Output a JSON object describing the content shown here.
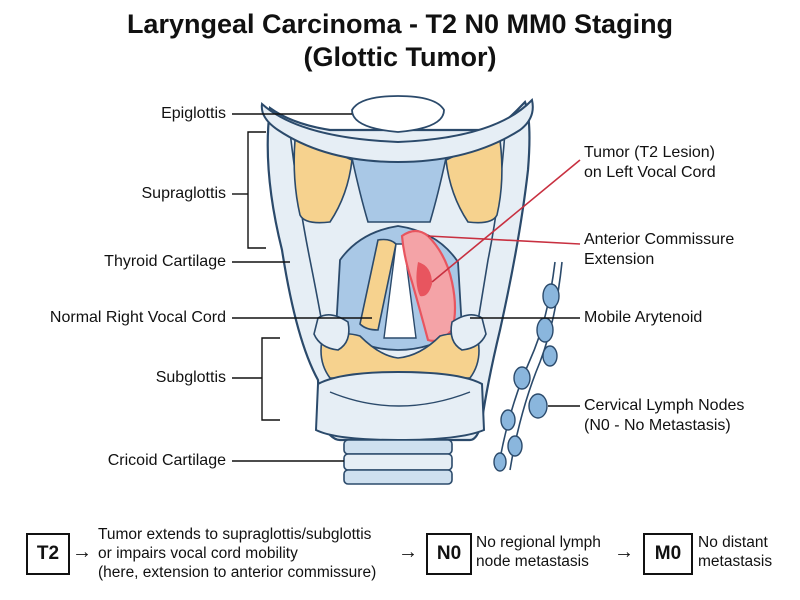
{
  "title": {
    "line1": "Laryngeal Carcinoma - T2 N0 MM0 Staging",
    "line2": "(Glottic Tumor)"
  },
  "labels": {
    "epiglottis": "Epiglottis",
    "supraglottis": "Supraglottis",
    "thyroid_cartilage": "Thyroid Cartilage",
    "normal_right_vocal_cord": "Normal Right Vocal Cord",
    "subglottis": "Subglottis",
    "cricoid_cartilage": "Cricoid Cartilage",
    "tumor_line1": "Tumor (T2 Lesion)",
    "tumor_line2": "on Left Vocal Cord",
    "anterior_line1": "Anterior Commissure",
    "anterior_line2": "Extension",
    "mobile_arytenoid": "Mobile Arytenoid",
    "lymph_line1": "Cervical Lymph Nodes",
    "lymph_line2": "(N0 - No Metastasis)"
  },
  "staging": {
    "t_box": "T2",
    "t_line1": "Tumor extends to supraglottis/subglottis",
    "t_line2": "or impairs vocal cord mobility",
    "t_line3": "(here, extension to anterior commissure)",
    "n_box": "N0",
    "n_line1": "No regional lymph",
    "n_line2": "node metastasis",
    "m_box": "M0",
    "m_line1": "No distant",
    "m_line2": "metastasis",
    "arrow_glyph": "→"
  },
  "colors": {
    "outline": "#2b4a6b",
    "cartilage": "#e6eef5",
    "airway": "#a9c8e6",
    "yellow": "#f6d28e",
    "tumor": "#e8555f",
    "tumor_fill": "#f4a3a7",
    "node": "#8ab6dd"
  }
}
